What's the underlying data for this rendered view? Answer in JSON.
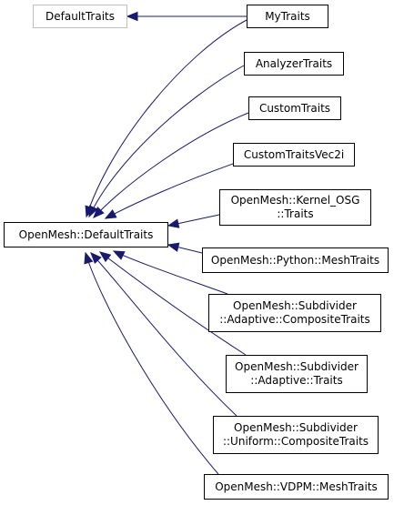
{
  "diagram": {
    "nodes": [
      {
        "id": "default_traits",
        "lines": [
          "DefaultTraits"
        ],
        "style": "faded"
      },
      {
        "id": "my_traits",
        "lines": [
          "MyTraits"
        ]
      },
      {
        "id": "analyzer_traits",
        "lines": [
          "AnalyzerTraits"
        ]
      },
      {
        "id": "custom_traits",
        "lines": [
          "CustomTraits"
        ]
      },
      {
        "id": "custom_traits_vec2i",
        "lines": [
          "CustomTraitsVec2i"
        ]
      },
      {
        "id": "kernel_osg_traits",
        "lines": [
          "OpenMesh::Kernel_OSG",
          "::Traits"
        ]
      },
      {
        "id": "openmesh_default_traits",
        "lines": [
          "OpenMesh::DefaultTraits"
        ]
      },
      {
        "id": "python_mesh_traits",
        "lines": [
          "OpenMesh::Python::MeshTraits"
        ]
      },
      {
        "id": "subdivider_adaptive_composite_traits",
        "lines": [
          "OpenMesh::Subdivider",
          "::Adaptive::CompositeTraits"
        ]
      },
      {
        "id": "subdivider_adaptive_traits",
        "lines": [
          "OpenMesh::Subdivider",
          "::Adaptive::Traits"
        ]
      },
      {
        "id": "subdivider_uniform_composite_traits",
        "lines": [
          "OpenMesh::Subdivider",
          "::Uniform::CompositeTraits"
        ]
      },
      {
        "id": "vdpm_mesh_traits",
        "lines": [
          "OpenMesh::VDPM::MeshTraits"
        ]
      }
    ],
    "edges": [
      {
        "from": "my_traits",
        "to": "default_traits"
      },
      {
        "from": "my_traits",
        "to": "openmesh_default_traits"
      },
      {
        "from": "analyzer_traits",
        "to": "openmesh_default_traits"
      },
      {
        "from": "custom_traits",
        "to": "openmesh_default_traits"
      },
      {
        "from": "custom_traits_vec2i",
        "to": "openmesh_default_traits"
      },
      {
        "from": "kernel_osg_traits",
        "to": "openmesh_default_traits"
      },
      {
        "from": "python_mesh_traits",
        "to": "openmesh_default_traits"
      },
      {
        "from": "subdivider_adaptive_composite_traits",
        "to": "openmesh_default_traits"
      },
      {
        "from": "subdivider_adaptive_traits",
        "to": "openmesh_default_traits"
      },
      {
        "from": "subdivider_uniform_composite_traits",
        "to": "openmesh_default_traits"
      },
      {
        "from": "vdpm_mesh_traits",
        "to": "openmesh_default_traits"
      }
    ],
    "colors": {
      "edge": "#191970",
      "node_border": "#000000",
      "faded_border": "#bfbfbf",
      "text": "#000000"
    }
  }
}
